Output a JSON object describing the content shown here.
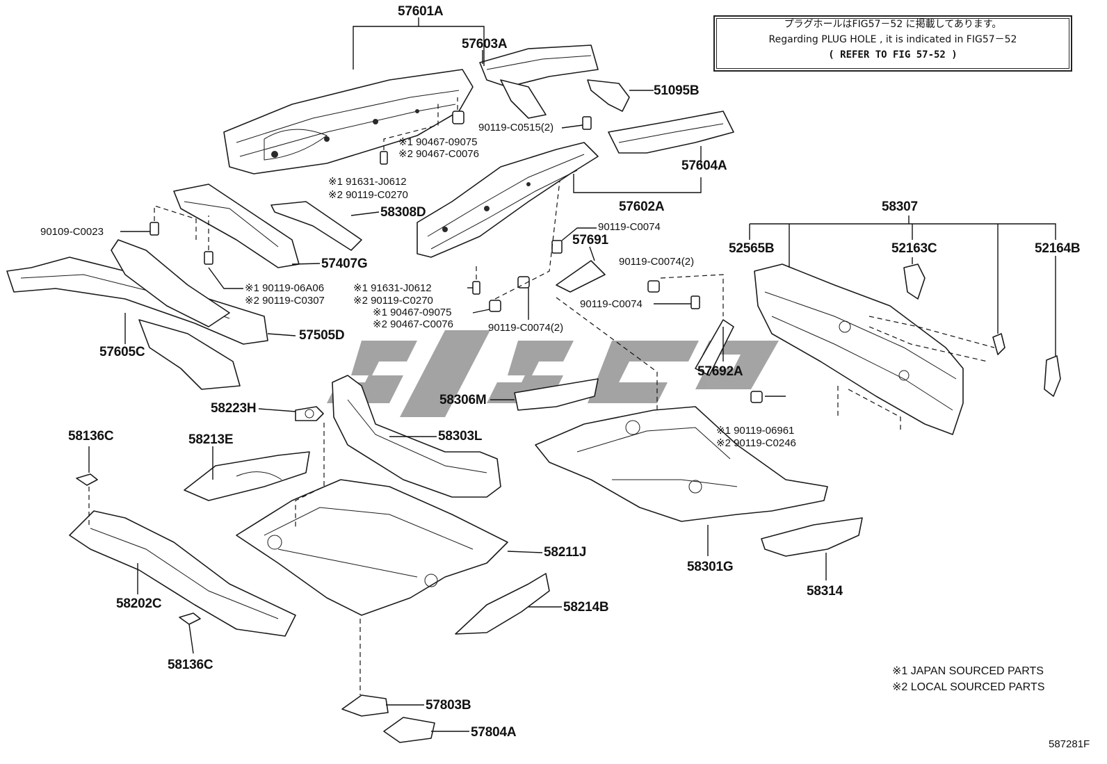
{
  "notice": {
    "line1": "プラグホールはFIG57－52 に掲載してあります。",
    "line2": "Regarding  PLUG  HOLE ,  it  is  indicated  in  FIG57－52",
    "line3": "(  REFER TO FIG 57-52  )"
  },
  "part_labels": {
    "p57601A": "57601A",
    "p57603A": "57603A",
    "p51095B": "51095B",
    "p90119_C0515": "90119-C0515(2)",
    "p190467_09075_a": "※1 90467-09075",
    "p290467_C0076_a": "※2 90467-C0076",
    "p57604A": "57604A",
    "p191631_J0612_a": "※1 91631-J0612",
    "p290119_C0270_a": "※2 90119-C0270",
    "p57602A": "57602A",
    "p58308D": "58308D",
    "p90109_C0023": "90109-C0023",
    "p57407G": "57407G",
    "p58307": "58307",
    "p90119_C0074_a": "90119-C0074",
    "p57691": "57691",
    "p52565B": "52565B",
    "p52163C": "52163C",
    "p52164B": "52164B",
    "p90119_C0074_2a": "90119-C0074(2)",
    "p190119_06A06": "※1 90119-06A06",
    "p290119_C0307": "※2 90119-C0307",
    "p191631_J0612_b": "※1 91631-J0612",
    "p290119_C0270_b": "※2 90119-C0270",
    "p90119_C0074_b": "90119-C0074",
    "p190467_09075_b": "※1 90467-09075",
    "p290467_C0076_b": "※2 90467-C0076",
    "p90119_C0074_2b": "90119-C0074(2)",
    "p57505D": "57505D",
    "p57605C": "57605C",
    "p57692A": "57692A",
    "p58306M": "58306M",
    "p58223H": "58223H",
    "p190119_06961": "※1 90119-06961",
    "p290119_C0246": "※2 90119-C0246",
    "p58136C_a": "58136C",
    "p58213E": "58213E",
    "p58303L": "58303L",
    "p58211J": "58211J",
    "p58301G": "58301G",
    "p58314": "58314",
    "p58202C": "58202C",
    "p58214B": "58214B",
    "p58136C_b": "58136C",
    "p57803B": "57803B",
    "p57804A": "57804A"
  },
  "legend": {
    "item1": "※1 JAPAN SOURCED PARTS",
    "item2": "※2 LOCAL SOURCED PARTS"
  },
  "figure_number": "587281F"
}
